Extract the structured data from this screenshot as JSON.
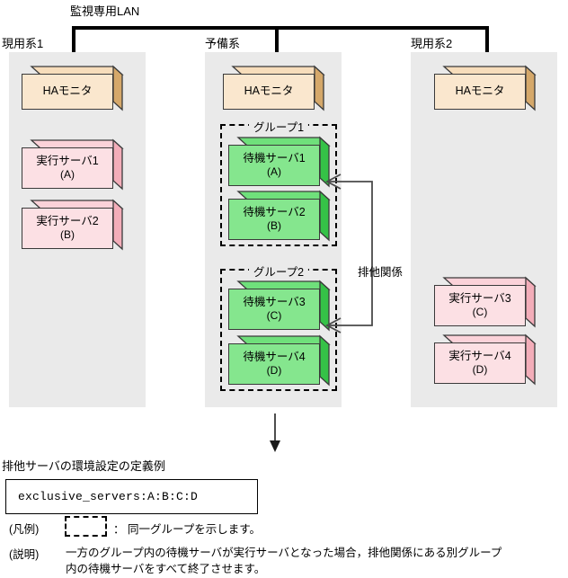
{
  "network": {
    "lan_label": "監視専用LAN"
  },
  "panels": [
    {
      "title": "現用系1",
      "boxes": [
        {
          "name": "HAモニタ",
          "sub": "",
          "kind": "ha"
        },
        {
          "name": "実行サーバ1",
          "sub": "(A)",
          "kind": "active"
        },
        {
          "name": "実行サーバ2",
          "sub": "(B)",
          "kind": "active"
        }
      ]
    },
    {
      "title": "予備系",
      "boxes": [
        {
          "name": "HAモニタ",
          "sub": "",
          "kind": "ha"
        },
        {
          "name": "待機サーバ1",
          "sub": "(A)",
          "kind": "standby"
        },
        {
          "name": "待機サーバ2",
          "sub": "(B)",
          "kind": "standby"
        },
        {
          "name": "待機サーバ3",
          "sub": "(C)",
          "kind": "standby"
        },
        {
          "name": "待機サーバ4",
          "sub": "(D)",
          "kind": "standby"
        }
      ],
      "groups": [
        {
          "label": "グループ1"
        },
        {
          "label": "グループ2"
        }
      ]
    },
    {
      "title": "現用系2",
      "boxes": [
        {
          "name": "HAモニタ",
          "sub": "",
          "kind": "ha"
        },
        {
          "name": "実行サーバ3",
          "sub": "(C)",
          "kind": "active"
        },
        {
          "name": "実行サーバ4",
          "sub": "(D)",
          "kind": "active"
        }
      ]
    }
  ],
  "relation": {
    "label": "排他関係"
  },
  "bottom": {
    "section_title": "排他サーバの環境設定の定義例",
    "code": "exclusive_servers:A:B:C:D",
    "legend_tag": "(凡例)",
    "legend_text": "： 同一グループを示します。",
    "desc_tag": "(説明)",
    "desc_line1": "一方のグループ内の待機サーバが実行サーバとなった場合，排他関係にある別グループ",
    "desc_line2": "内の待機サーバをすべて終了させます。"
  },
  "colors": {
    "panel_bg": "#eaeaea",
    "ha_face": "#fae7ce",
    "ha_top": "#f7ddbb",
    "ha_side": "#d5a86a",
    "active_face": "#fce0e4",
    "active_top": "#fbd2d9",
    "active_side": "#f3adb9",
    "standby_face": "#85e68e",
    "standby_top": "#6fe07b",
    "standby_side": "#35c247",
    "outline": "#3a3a3a",
    "line": "#000000",
    "arrow": "#4a4a4a"
  }
}
